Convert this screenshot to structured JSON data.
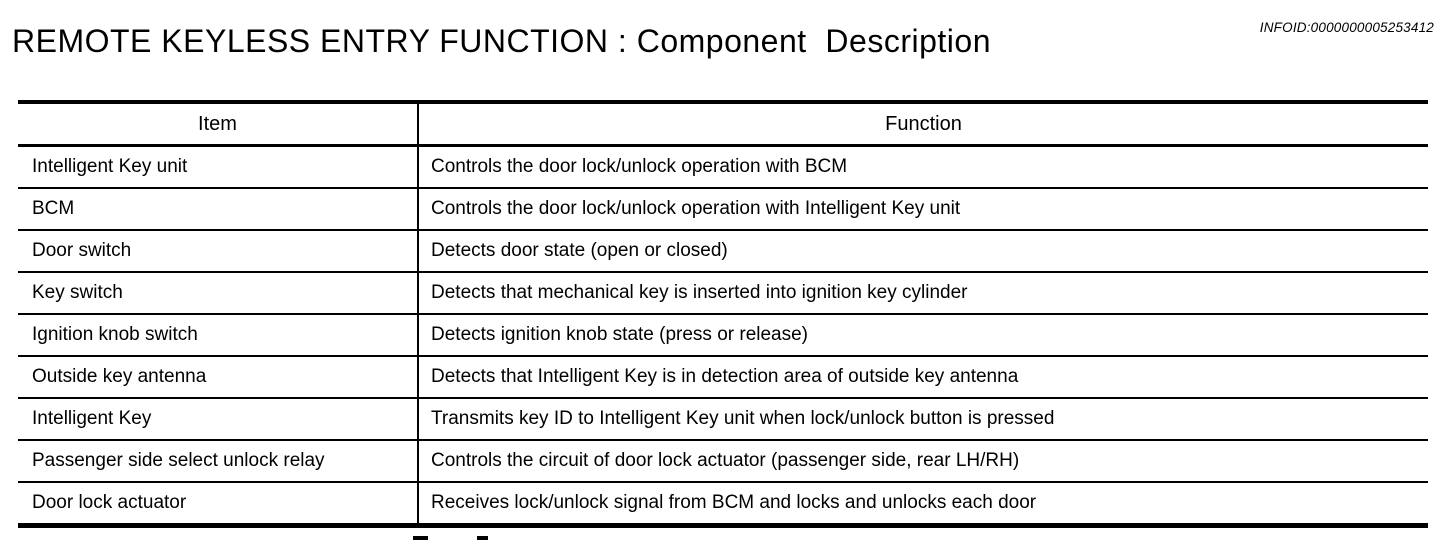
{
  "page": {
    "title": "REMOTE KEYLESS ENTRY FUNCTION : Component  Description",
    "infoid": "INFOID:0000000005253412"
  },
  "table": {
    "columns": [
      "Item",
      "Function"
    ],
    "rows": [
      {
        "item": "Intelligent Key unit",
        "function": "Controls the door lock/unlock operation with BCM"
      },
      {
        "item": "BCM",
        "function": "Controls the door lock/unlock operation with Intelligent Key unit"
      },
      {
        "item": "Door switch",
        "function": "Detects door state (open or closed)"
      },
      {
        "item": "Key switch",
        "function": "Detects that mechanical key is inserted into ignition key cylinder"
      },
      {
        "item": "Ignition knob switch",
        "function": "Detects ignition knob state (press or release)"
      },
      {
        "item": "Outside key antenna",
        "function": "Detects that Intelligent Key is in detection area of outside key antenna"
      },
      {
        "item": "Intelligent Key",
        "function": "Transmits key ID to Intelligent Key unit when lock/unlock button is pressed"
      },
      {
        "item": "Passenger side select unlock relay",
        "function": "Controls the circuit of door lock actuator (passenger side, rear LH/RH)"
      },
      {
        "item": "Door lock actuator",
        "function": "Receives lock/unlock signal from BCM and locks and unlocks each door"
      }
    ]
  }
}
